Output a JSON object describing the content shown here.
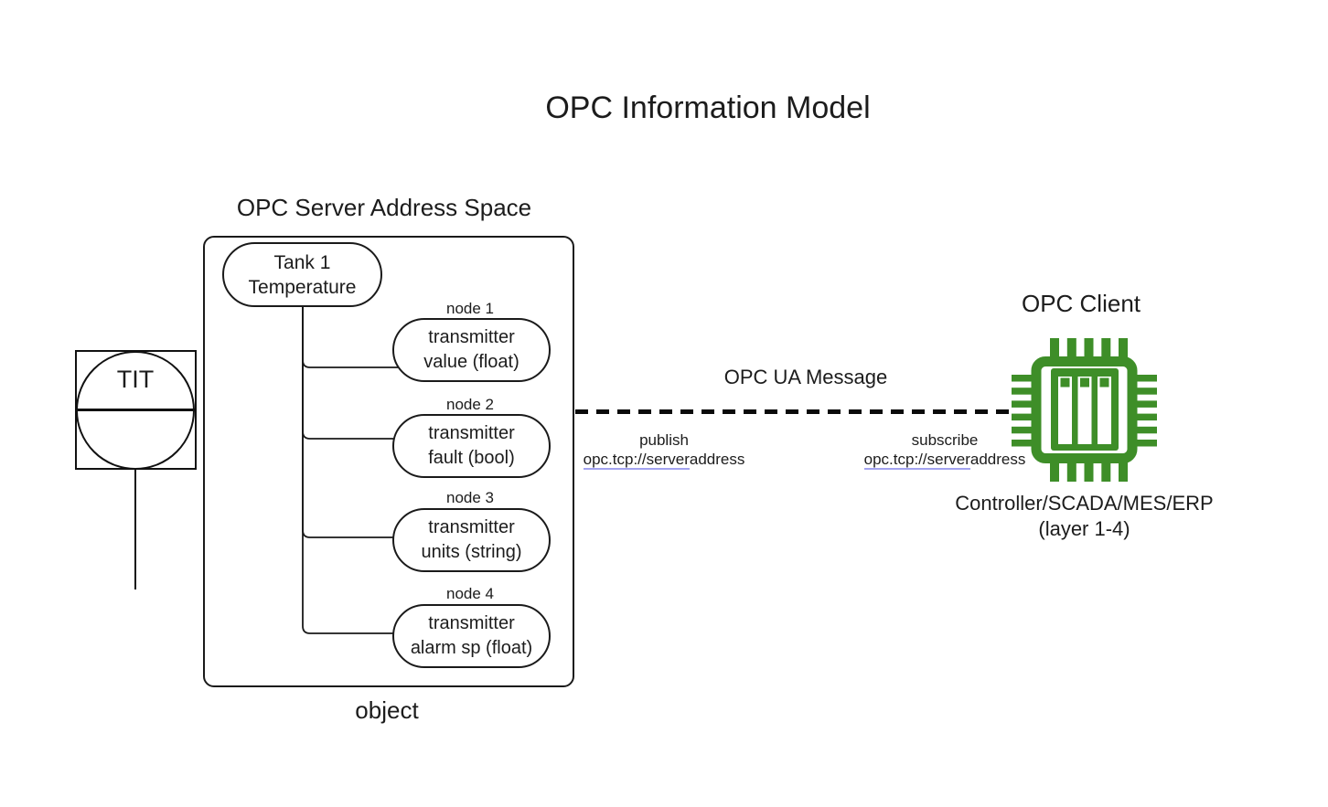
{
  "title": "OPC Information Model",
  "instrument": {
    "tag": "TIT"
  },
  "server": {
    "heading": "OPC Server Address Space",
    "caption": "object",
    "root_node": "Tank 1\nTemperature",
    "nodes": [
      {
        "label": "node 1",
        "text": "transmitter\nvalue (float)"
      },
      {
        "label": "node 2",
        "text": "transmitter\nfault (bool)"
      },
      {
        "label": "node 3",
        "text": "transmitter\nunits (string)"
      },
      {
        "label": "node 4",
        "text": "transmitter\nalarm sp (float)"
      }
    ]
  },
  "message": {
    "label": "OPC UA Message",
    "publish": {
      "action": "publish",
      "address_link": "opc.tcp://server",
      "address_rest": "address"
    },
    "subscribe": {
      "action": "subscribe",
      "address_link": "opc.tcp://server",
      "address_rest": "address"
    }
  },
  "client": {
    "heading": "OPC Client",
    "caption_line1": "Controller/SCADA/MES/ERP",
    "caption_line2": "(layer 1-4)"
  },
  "icons": {
    "opc_client": "cpu-chip-icon"
  },
  "colors": {
    "chip_green": "#3e8e28",
    "link_underline": "#a3a3f0",
    "text_color": "#1c1c1c"
  }
}
